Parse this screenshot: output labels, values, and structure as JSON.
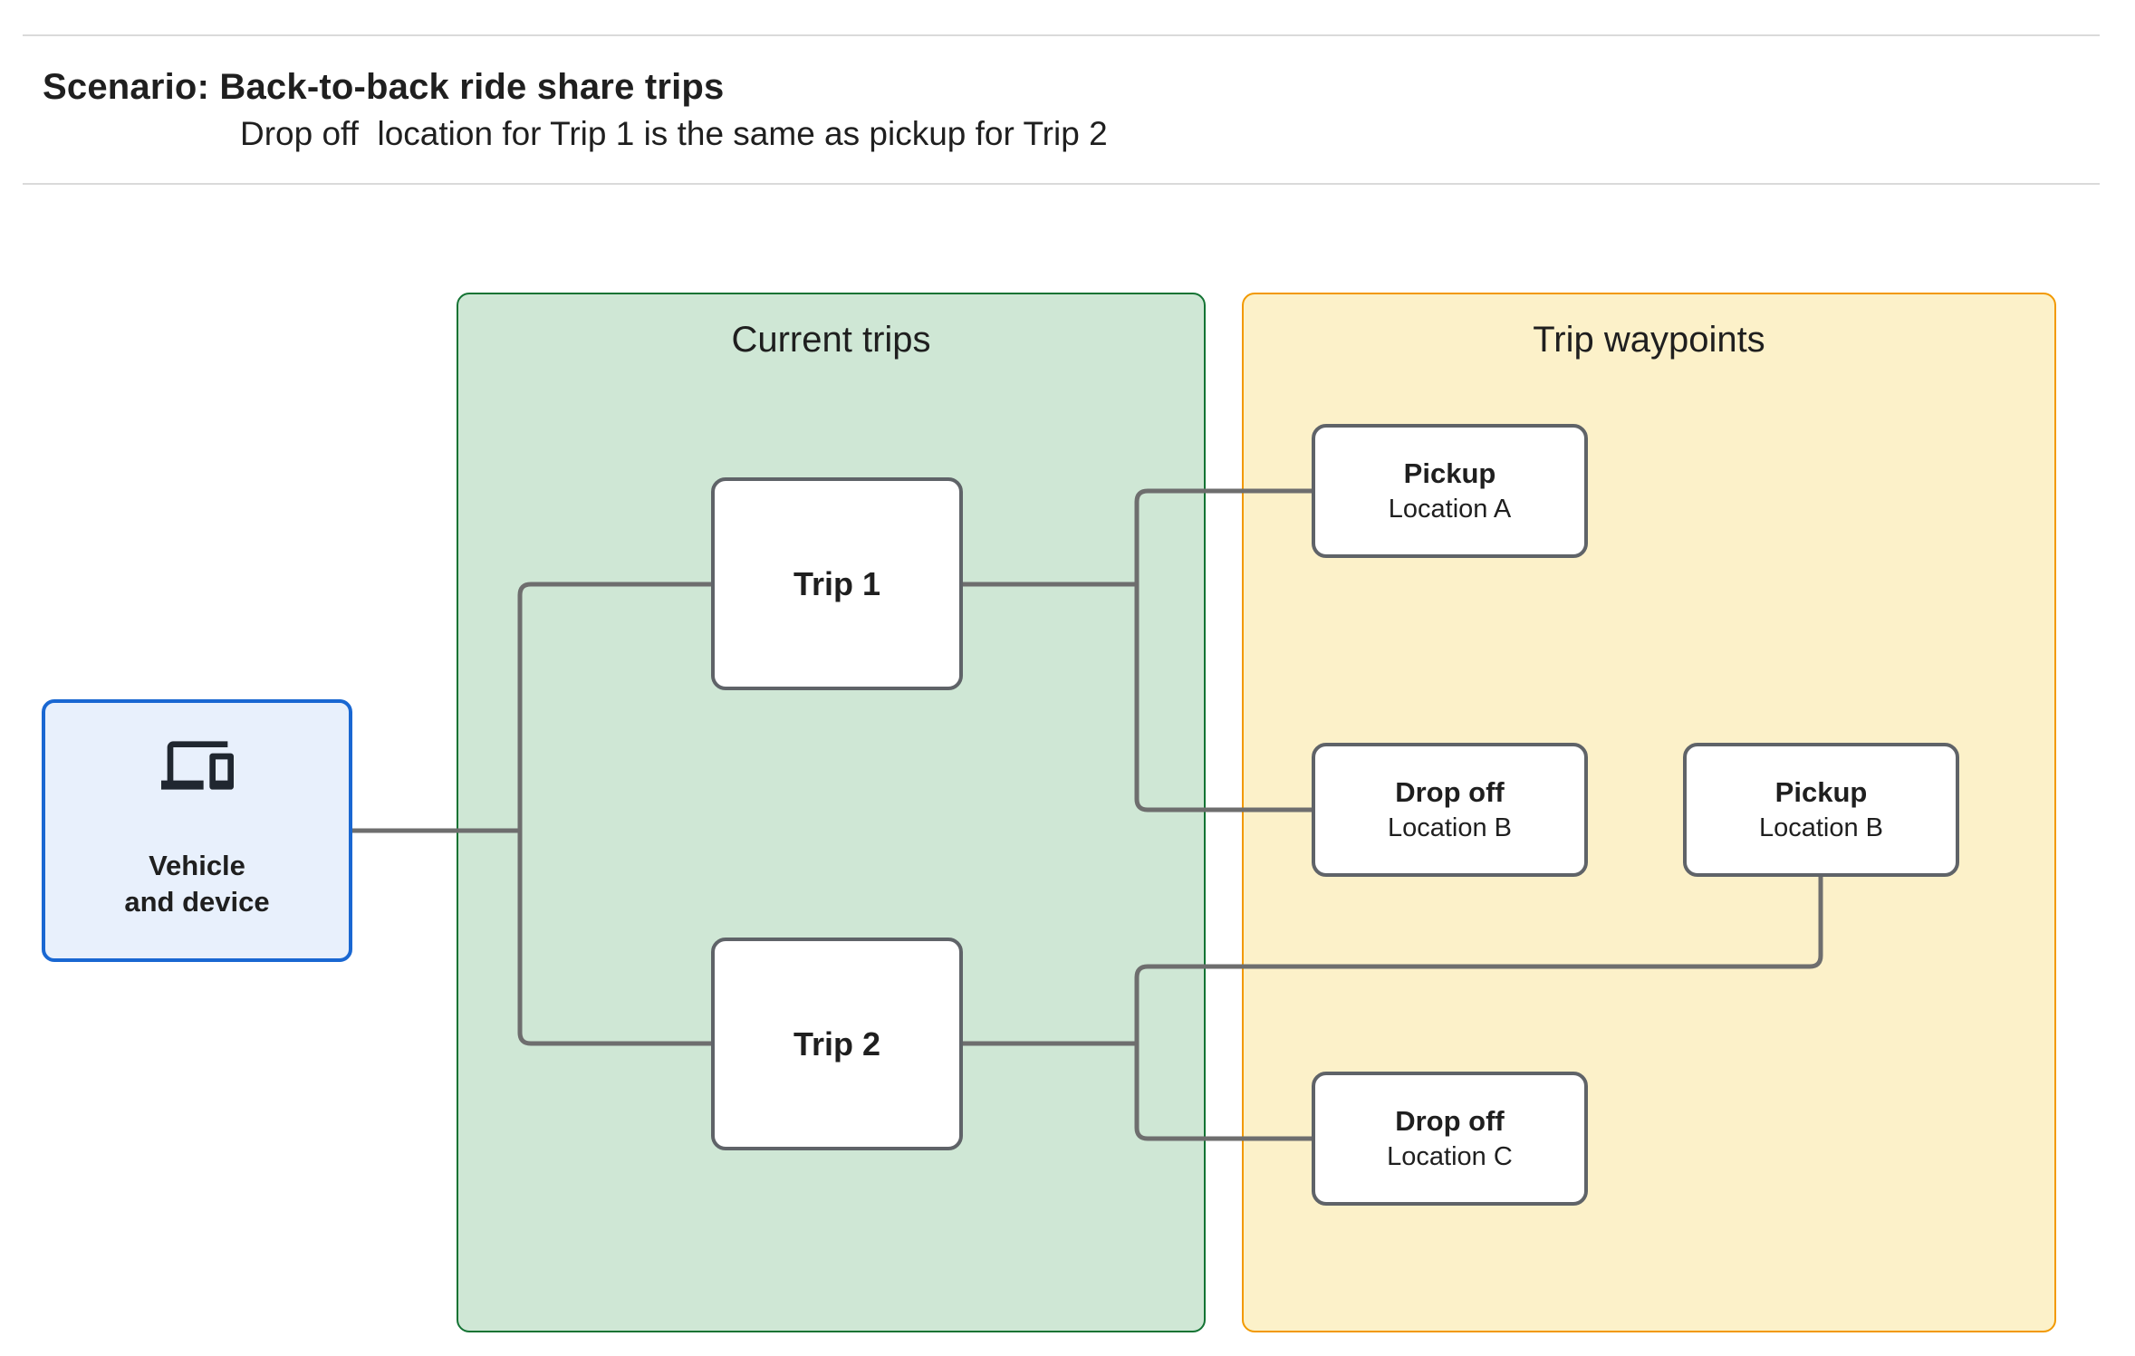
{
  "header": {
    "title": "Scenario: Back-to-back ride share trips",
    "subtitle": "Drop off  location for Trip 1 is the same as pickup for Trip 2"
  },
  "panels": {
    "current_trips": {
      "title": "Current trips"
    },
    "trip_waypoints": {
      "title": "Trip waypoints"
    }
  },
  "nodes": {
    "vehicle": {
      "label_line1": "Vehicle",
      "label_line2": "and device",
      "icon": "devices-icon"
    },
    "trip1": {
      "label": "Trip 1"
    },
    "trip2": {
      "label": "Trip 2"
    },
    "pickup_a": {
      "title": "Pickup",
      "subtitle": "Location A"
    },
    "dropoff_b": {
      "title": "Drop off",
      "subtitle": "Location B"
    },
    "pickup_b": {
      "title": "Pickup",
      "subtitle": "Location B"
    },
    "dropoff_c": {
      "title": "Drop off",
      "subtitle": "Location C"
    }
  },
  "colors": {
    "canvas_bg": "#ffffff",
    "hairline": "#dadada",
    "text": "#1f1f1f",
    "green_panel_bg": "#cfe7d5",
    "green_panel_border": "#137333",
    "orange_panel_bg": "#fcf1c9",
    "orange_panel_border": "#f29900",
    "vehicle_bg": "#e8f0fc",
    "vehicle_border": "#1967d2",
    "node_bg": "#ffffff",
    "node_border": "#5f6368",
    "connector": "#6e6e6e",
    "icon": "#202730"
  }
}
